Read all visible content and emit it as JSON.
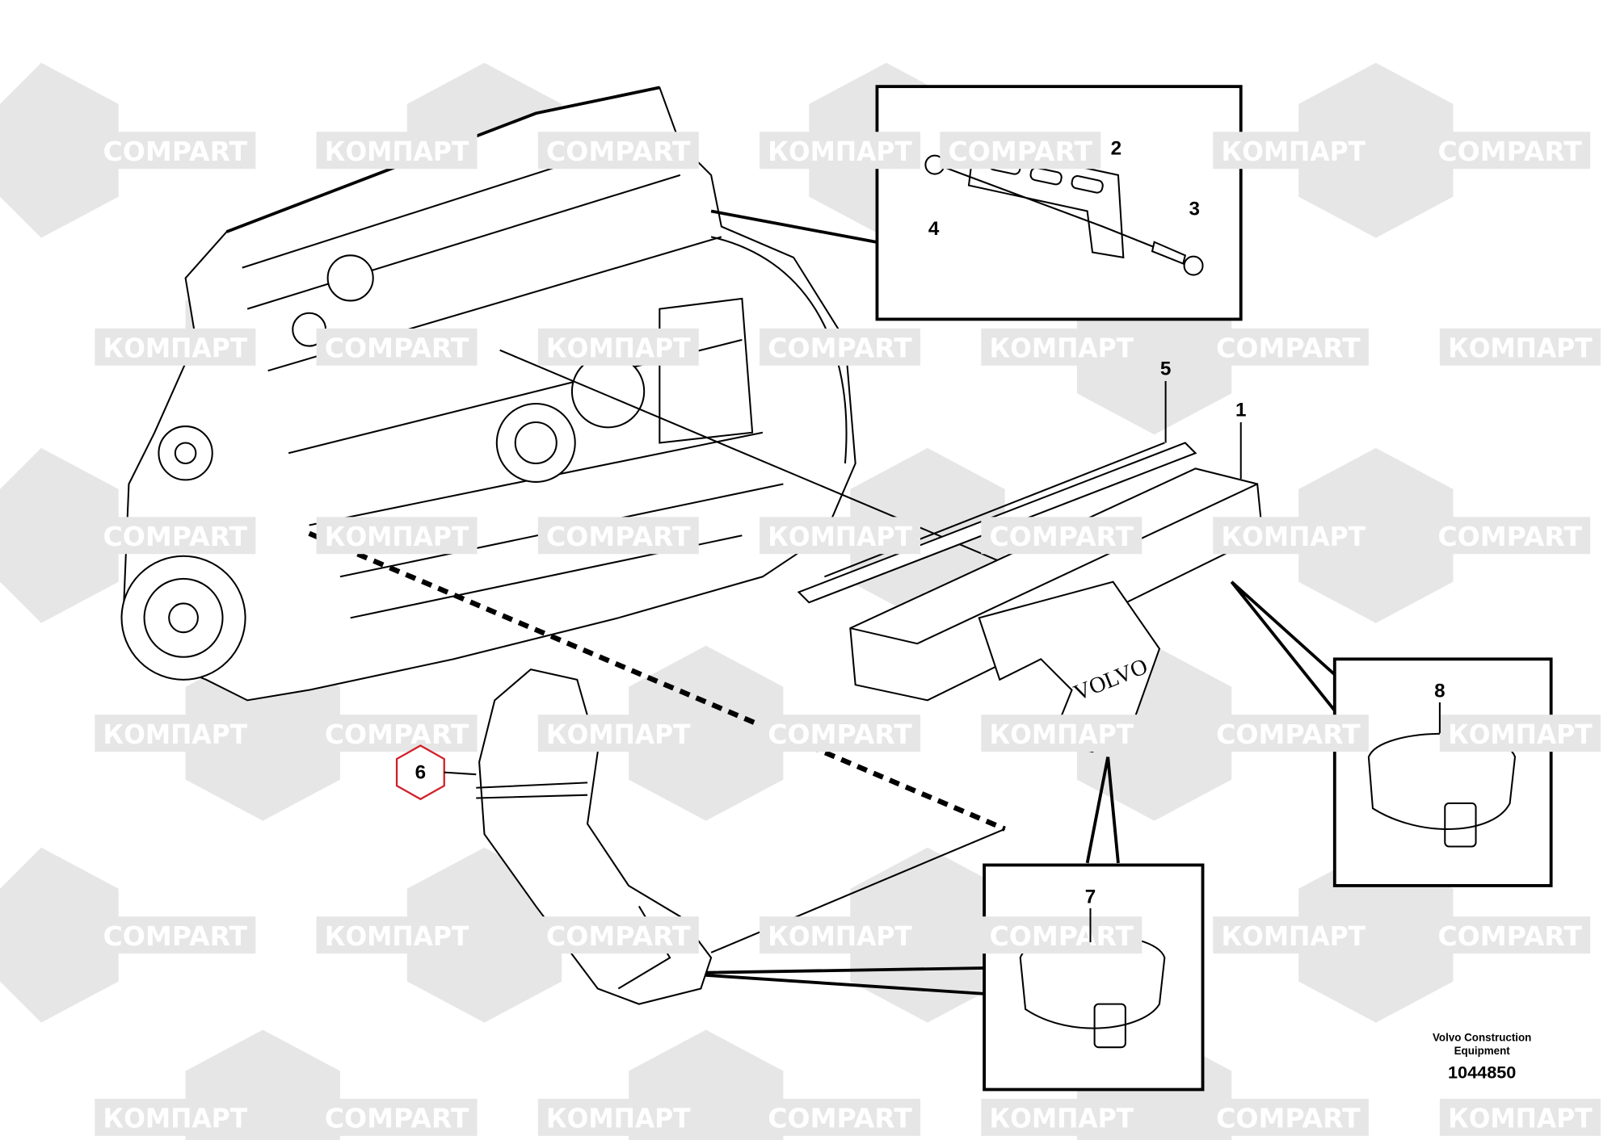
{
  "diagram": {
    "callouts": [
      "1",
      "2",
      "3",
      "4",
      "5",
      "6",
      "7",
      "8"
    ],
    "highlighted_callout": "6",
    "highlight_color": "#d0202a",
    "watermarks": [
      "COMPART",
      "КОМПАРТ"
    ],
    "watermark_color": "#e6e6e6",
    "brand_on_cover": "VOLVO"
  },
  "footer": {
    "publisher_line1": "Volvo Construction",
    "publisher_line2": "Equipment",
    "drawing_number": "1044850"
  }
}
